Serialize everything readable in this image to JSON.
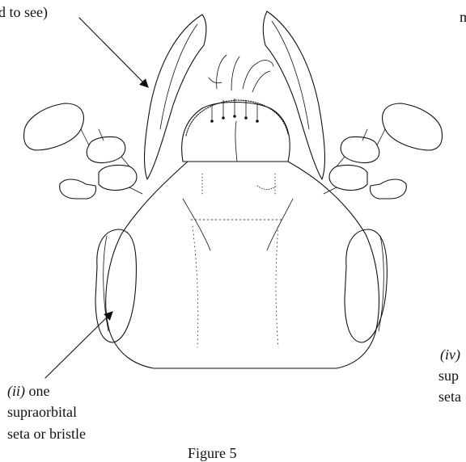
{
  "labels": {
    "top_left_fragment": "d to see)",
    "top_right_fragment": "m",
    "left_bottom": {
      "numeral": "(ii)",
      "word": "one",
      "line2": "supraorbital",
      "line3": "seta or bristle"
    },
    "right_bottom": {
      "numeral": "(iv)",
      "line2": "sup",
      "line3": "seta"
    },
    "figure_caption_fragment": "Figure 5"
  },
  "illustration": {
    "subject": "insect-head-dorsal-view",
    "arrows": 2
  },
  "colors": {
    "line": "#111111",
    "background": "#ffffff"
  }
}
